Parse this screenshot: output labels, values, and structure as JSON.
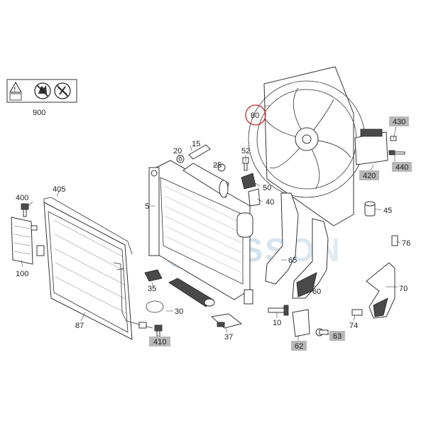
{
  "watermark": "VISSON",
  "safety_icon_label": "900",
  "circled_callout": "80",
  "highlight_color": "#b8b8b8",
  "callout_ring_color": "#d02020",
  "callouts": {
    "c15": "15",
    "c20": "20",
    "c25": "25",
    "c52": "52",
    "c50": "50",
    "c40": "40",
    "c5": "5",
    "c45": "45",
    "c76": "76",
    "c70": "70",
    "c60": "60",
    "c65": "65",
    "c35": "35",
    "c30": "30",
    "c37": "37",
    "c10": "10",
    "c74": "74",
    "c400": "400",
    "c405": "405",
    "c100": "100",
    "c87": "87"
  },
  "highlighted_callouts": {
    "h430": "430",
    "h420": "420",
    "h440": "440",
    "h410": "410",
    "h62": "62",
    "h63": "63"
  }
}
